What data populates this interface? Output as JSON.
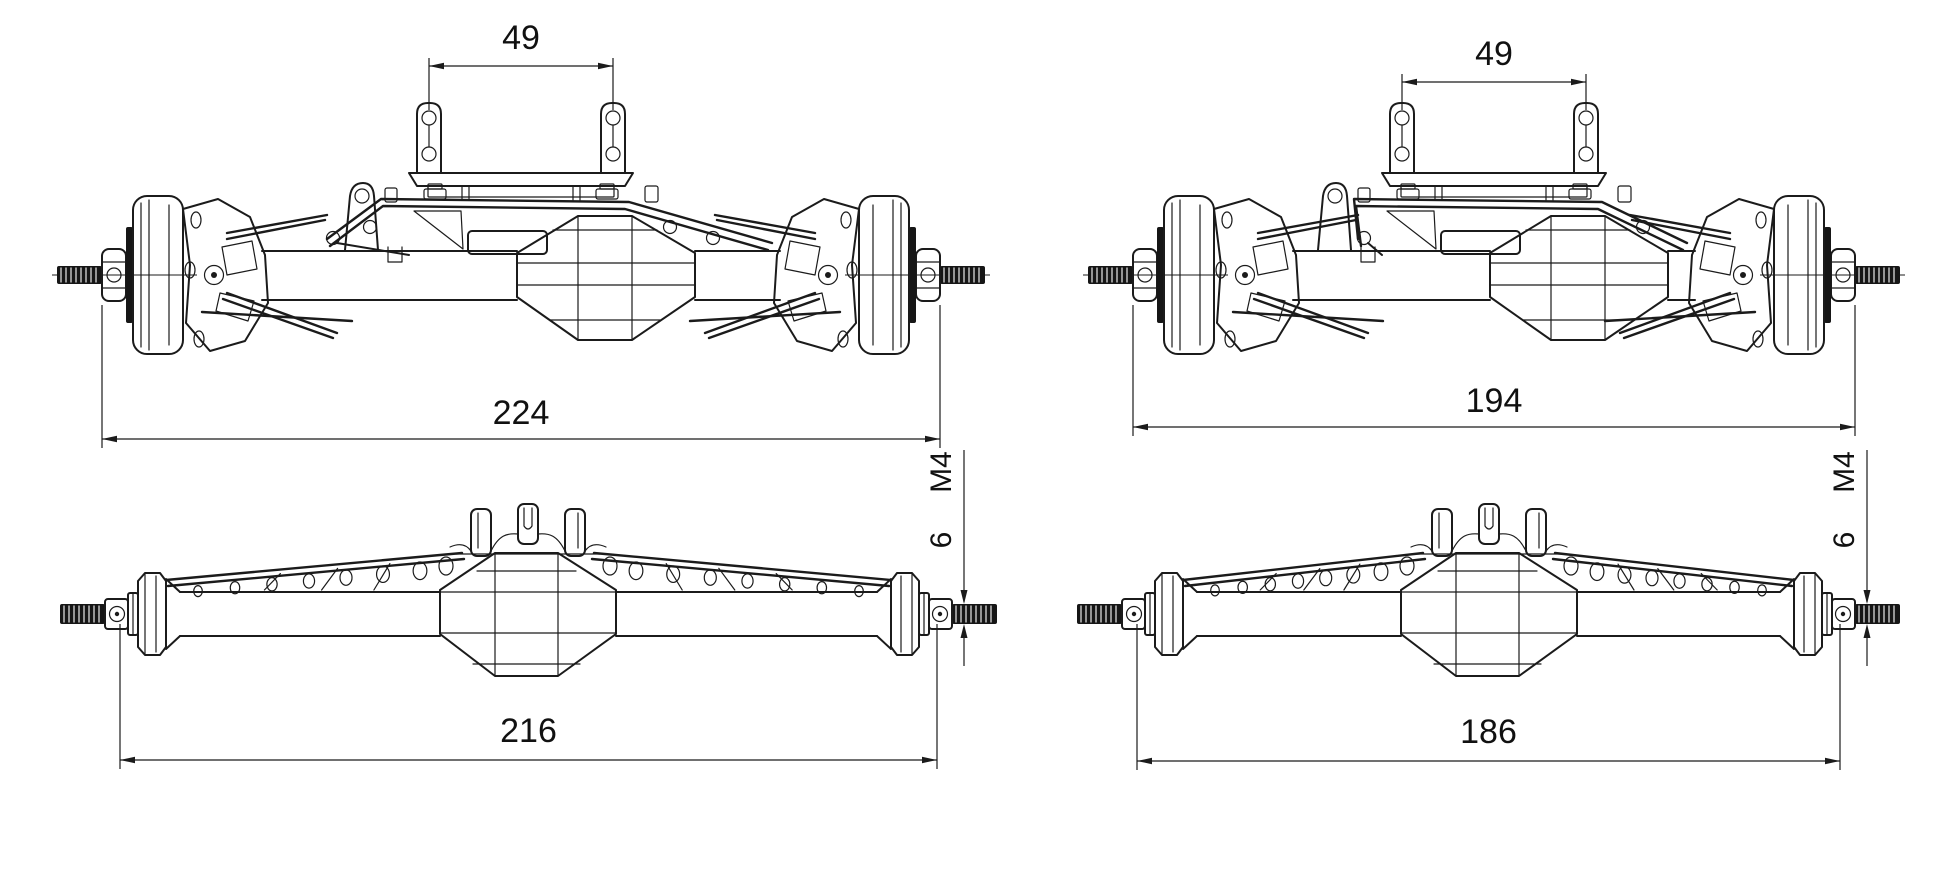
{
  "sheet": {
    "background_color": "#ffffff",
    "line_color": "#1b1b1b",
    "text_color": "#111111"
  },
  "drawings": [
    {
      "id": "front-axle-wide",
      "dimensions": {
        "overall_width": "224",
        "upper_link_mount_spacing": "49"
      }
    },
    {
      "id": "front-axle-narrow",
      "dimensions": {
        "overall_width": "194",
        "upper_link_mount_spacing": "49"
      }
    },
    {
      "id": "rear-axle-wide",
      "dimensions": {
        "overall_width": "216",
        "shaft_thread": "M4",
        "thread_length": "6"
      }
    },
    {
      "id": "rear-axle-narrow",
      "dimensions": {
        "overall_width": "186",
        "shaft_thread": "M4",
        "thread_length": "6"
      }
    }
  ]
}
